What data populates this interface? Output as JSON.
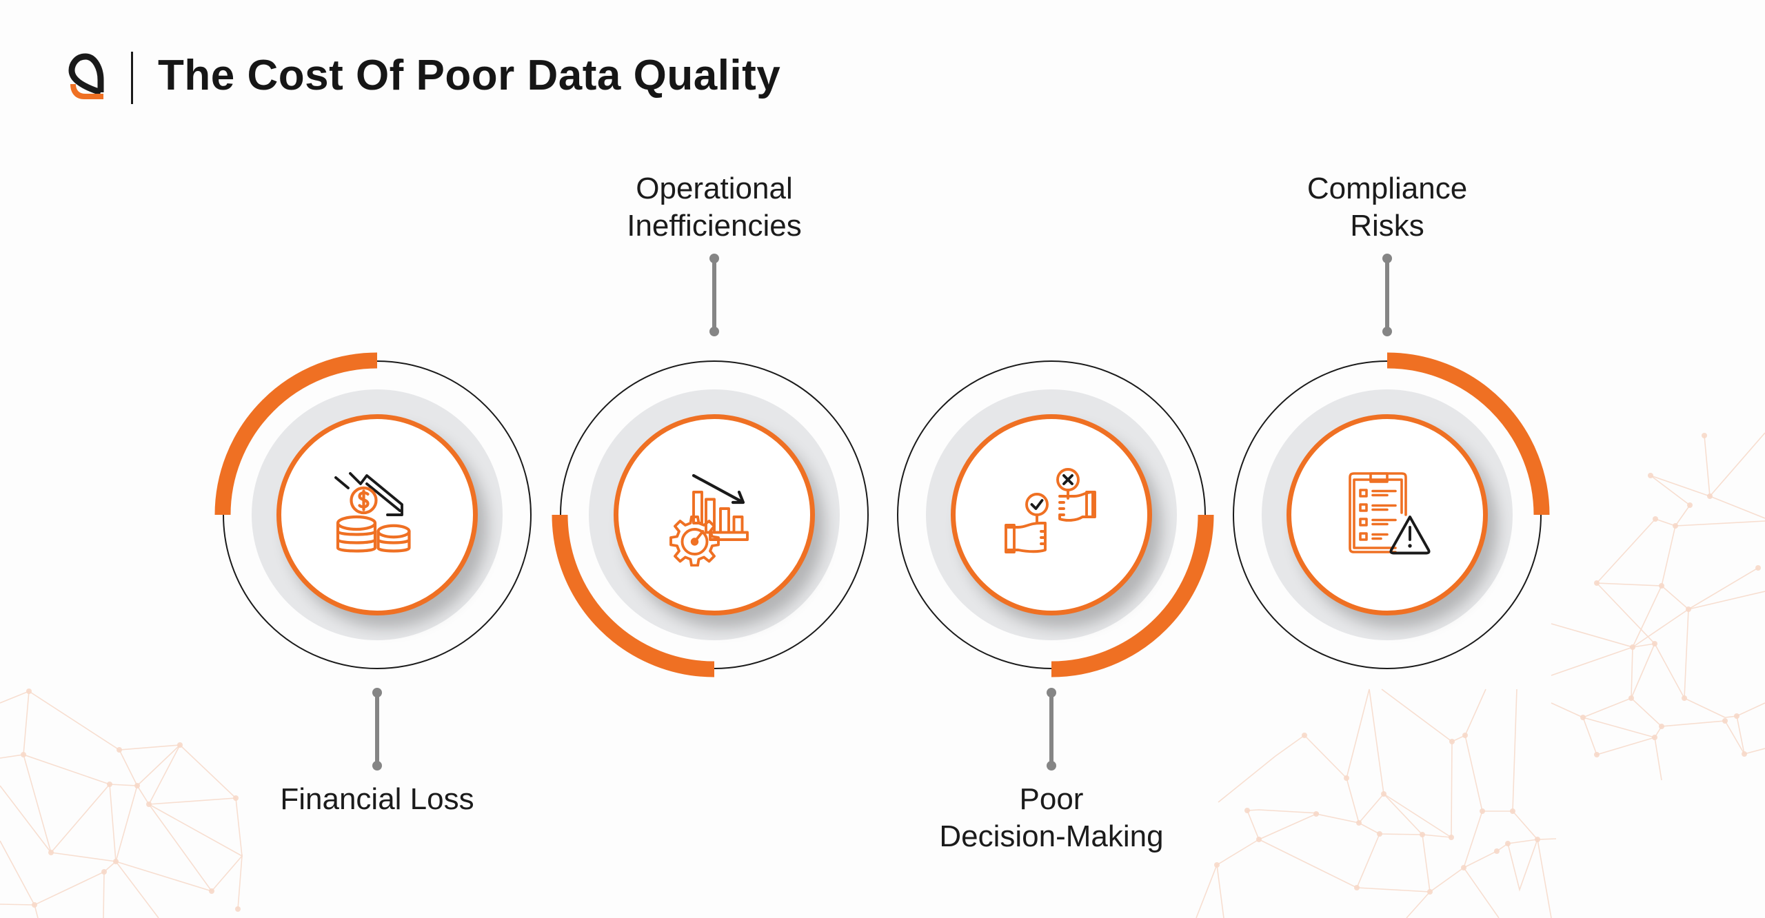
{
  "header": {
    "title": "The Cost Of Poor Data Quality",
    "logo_icon": "brand-logo-icon"
  },
  "colors": {
    "accent_orange": "#ef7023",
    "ring_gray": "#e6e7e9",
    "outline_black": "#1a1a1a",
    "connector_gray": "#858585",
    "network_peach": "#f7d9c9"
  },
  "items": [
    {
      "label_lines": [
        "Financial Loss"
      ],
      "label_position": "bottom",
      "icon": "coins-downtrend-icon",
      "arc_quadrant": "top-left"
    },
    {
      "label_lines": [
        "Operational",
        "Inefficiencies"
      ],
      "label_position": "top",
      "icon": "gear-bar-chart-decline-icon",
      "arc_quadrant": "bottom-left"
    },
    {
      "label_lines": [
        "Poor",
        "Decision-Making"
      ],
      "label_position": "bottom",
      "icon": "hands-check-cross-signs-icon",
      "arc_quadrant": "bottom-right"
    },
    {
      "label_lines": [
        "Compliance",
        "Risks"
      ],
      "label_position": "top",
      "icon": "clipboard-warning-icon",
      "arc_quadrant": "top-right"
    }
  ]
}
